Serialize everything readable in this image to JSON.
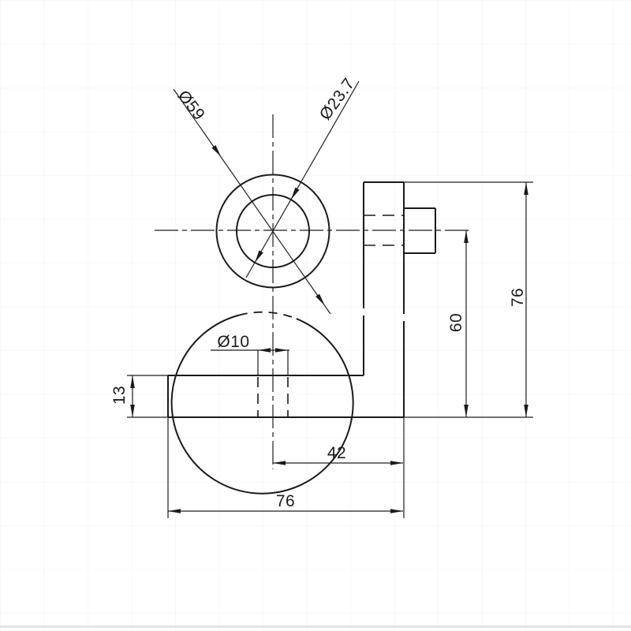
{
  "drawing": {
    "labels": {
      "outer_diameter": "Ø59",
      "bore_diameter": "Ø23.7",
      "base_hole_diameter": "Ø10",
      "base_thickness": "13",
      "hole_to_edge": "42",
      "overall_width": "76",
      "axis_height": "60",
      "overall_height": "76"
    },
    "colors": {
      "line": "#1a1a1a",
      "background": "#ffffff",
      "grid": "#f5f5f7",
      "bottom_edge": "#e4e4e4"
    }
  }
}
